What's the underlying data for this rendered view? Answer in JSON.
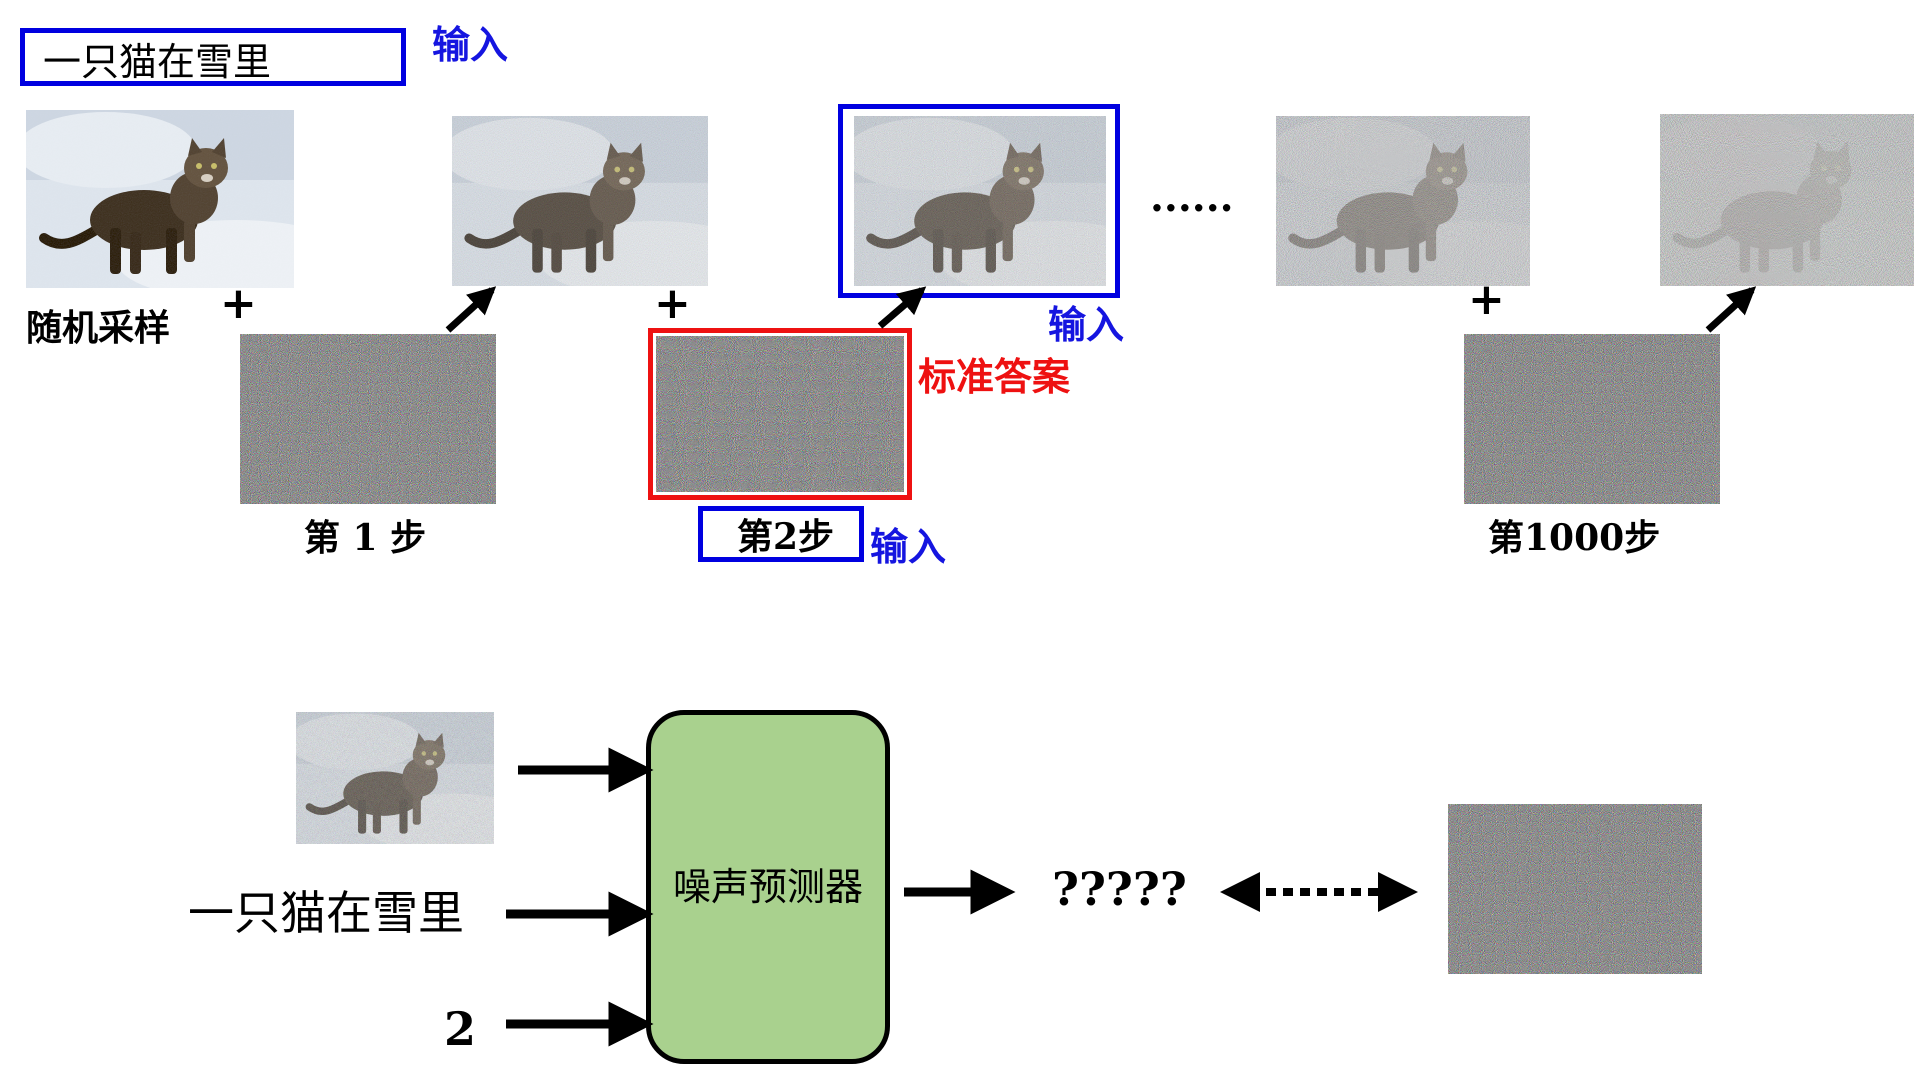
{
  "top_prompt": "一只猫在雪里",
  "input_label": "输入",
  "sample_label": "随机采样",
  "plus": "+",
  "ellipsis": "......",
  "answer_label": "标准答案",
  "steps": [
    "第 1 步",
    "第2步",
    "第1000步"
  ],
  "predictor": {
    "name": "噪声预测器",
    "inputs": [
      "一只猫在雪里",
      "2"
    ],
    "output": "?????"
  },
  "colors": {
    "input_box": "#0000e0",
    "answer_box": "#ee1111",
    "predictor_fill": "#a9d18e"
  }
}
